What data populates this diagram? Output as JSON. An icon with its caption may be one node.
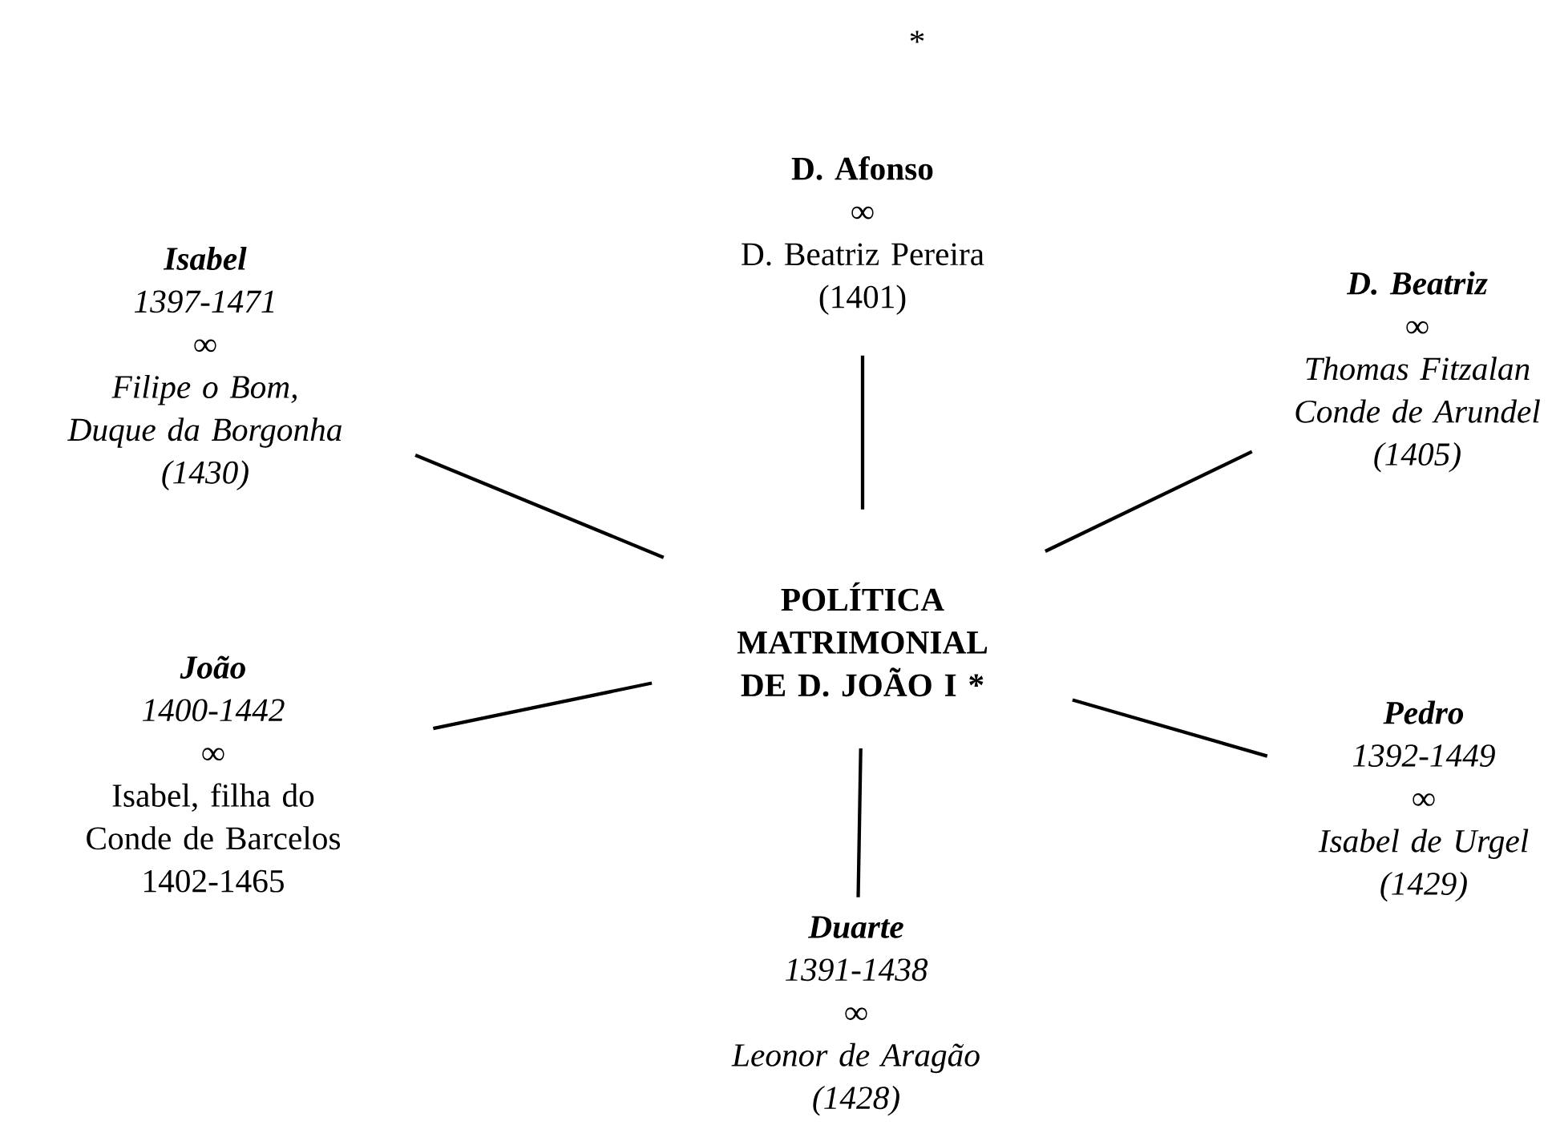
{
  "diagram": {
    "nodes": [
      {
        "text": [
          "D. Afonso",
          "∞",
          "D. Beatriz Pereira",
          "(1401)"
        ]
      },
      {
        "text": [
          "Isabel",
          "1397-1471",
          "∞",
          "Filipe o Bom, Duque da Borgonha",
          "(1430)"
        ]
      },
      {
        "text": [
          "D. Beatriz",
          "∞",
          "Thomas Fitzalan Conde de Arundel",
          "(1405)"
        ]
      },
      {
        "text": [
          "POLÍTICA MATRIMONIAL DE D. JOÃO I *"
        ]
      },
      {
        "text": [
          "João",
          "1400-1442",
          "∞",
          "Isabel, filha do Conde de Barcelos",
          "1402-1465"
        ]
      },
      {
        "text": [
          "Pedro",
          "1392-1449",
          "∞",
          "Isabel de Urgel",
          "(1429)"
        ]
      },
      {
        "text": [
          "Duarte",
          "1391-1438",
          "∞",
          "Leonor de Aragão",
          "(1428)"
        ]
      }
    ],
    "edges": [
      {
        "from": 3,
        "to": 0,
        "arrow": "none"
      },
      {
        "from": 3,
        "to": 1,
        "arrow": "none"
      },
      {
        "from": 3,
        "to": 2,
        "arrow": "none"
      },
      {
        "from": 3,
        "to": 4,
        "arrow": "none"
      },
      {
        "from": 3,
        "to": 5,
        "arrow": "none"
      },
      {
        "from": 3,
        "to": 6,
        "arrow": "none"
      }
    ],
    "labels": [
      "*"
    ]
  }
}
